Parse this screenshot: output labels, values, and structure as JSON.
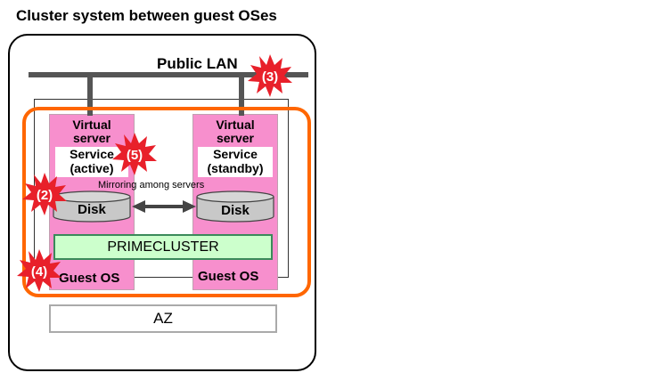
{
  "title": "Cluster system between guest OSes",
  "network": {
    "label": "Public LAN"
  },
  "servers": [
    {
      "label_line1": "Virtual",
      "label_line2": "server",
      "service_line1": "Service",
      "service_line2": "(active)",
      "disk": "Disk",
      "guest_os": "Guest OS"
    },
    {
      "label_line1": "Virtual",
      "label_line2": "server",
      "service_line1": "Service",
      "service_line2": "(standby)",
      "disk": "Disk",
      "guest_os": "Guest OS"
    }
  ],
  "mirroring_label": "Mirroring among servers",
  "cluster_software": "PRIMECLUSTER",
  "availability_zone": "AZ",
  "failure_points": [
    {
      "id": "2",
      "label": "(2)",
      "target": "disk"
    },
    {
      "id": "3",
      "label": "(3)",
      "target": "public-lan"
    },
    {
      "id": "4",
      "label": "(4)",
      "target": "guest-os"
    },
    {
      "id": "5",
      "label": "(5)",
      "target": "service"
    }
  ],
  "colors": {
    "virtual_server": "#f78fcd",
    "cluster_boundary": "#ff6600",
    "primecluster": "#ccffcc",
    "burst": "#e8202a",
    "network": "#555555",
    "disk": "#c8c8c8"
  }
}
